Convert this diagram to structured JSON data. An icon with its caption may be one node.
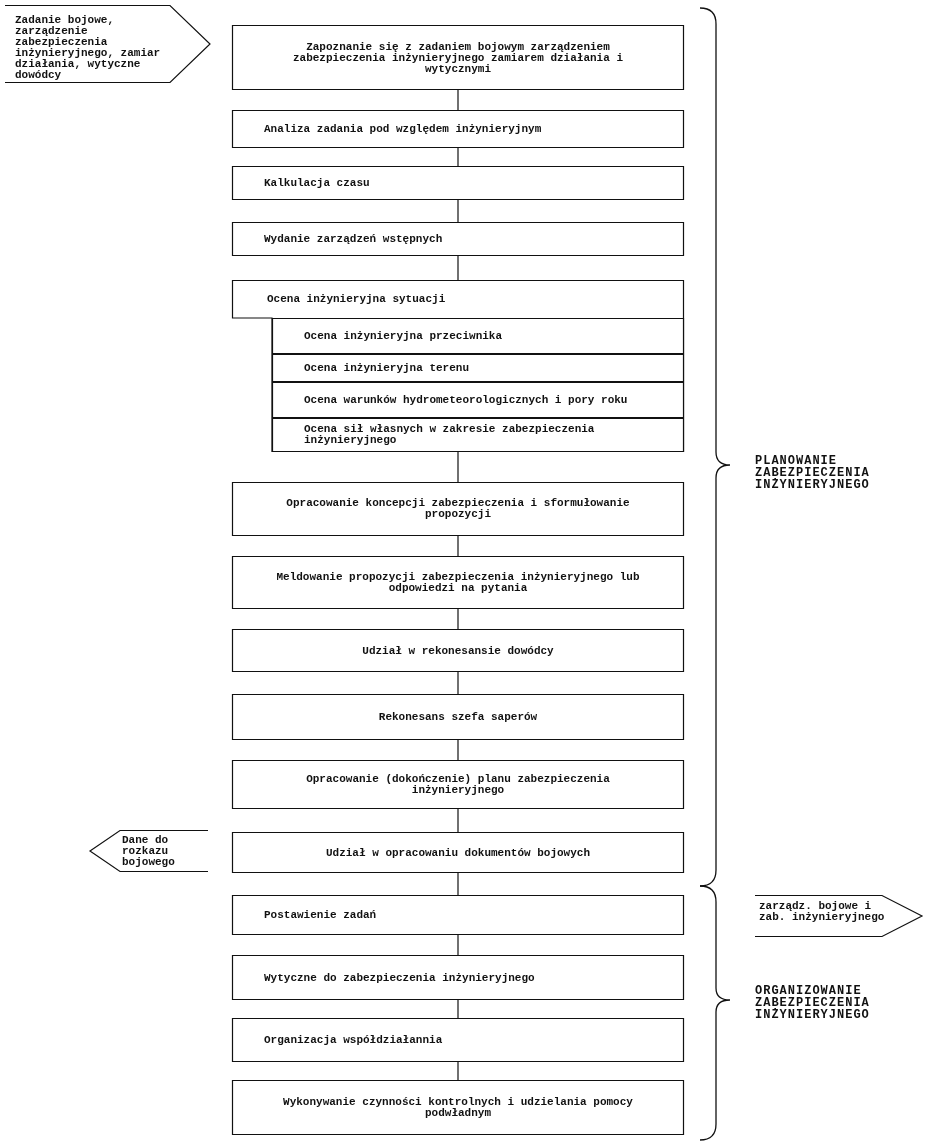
{
  "diagram": {
    "nodes": [
      {
        "text": [
          "Zadanie bojowe, zarządzenie zabezpieczenia inżynieryjnego, zamiar działania, wytyczne dowódcy"
        ]
      },
      {
        "text": [
          "Zapoznanie się z zadaniem bojowym zarządzeniem zabezpieczenia inżynieryjnego zamiarem działania i wytycznymi"
        ]
      },
      {
        "text": [
          "Analiza zadania pod względem inżynieryjnym"
        ]
      },
      {
        "text": [
          "Kalkulacja czasu"
        ]
      },
      {
        "text": [
          "Wydanie zarządzeń wstępnych"
        ]
      },
      {
        "text": [
          "Ocena inżynieryjna sytuacji"
        ]
      },
      {
        "text": [
          "Ocena inżynieryjna przeciwnika"
        ],
        "in": 5
      },
      {
        "text": [
          "Ocena inżynieryjna terenu"
        ],
        "in": 5
      },
      {
        "text": [
          "Ocena warunków hydrometeorologicznych i pory roku"
        ],
        "in": 5
      },
      {
        "text": [
          "Ocena sił własnych w zakresie zabezpieczenia inżynieryjnego"
        ],
        "in": 5
      },
      {
        "text": [
          "Opracowanie koncepcji zabezpieczenia i sformułowanie propozycji"
        ]
      },
      {
        "text": [
          "Meldowanie propozycji zabezpieczenia inżynieryjnego lub odpowiedzi na pytania"
        ]
      },
      {
        "text": [
          "Udział w rekonesansie dowódcy"
        ]
      },
      {
        "text": [
          "Rekonesans szefa saperów"
        ]
      },
      {
        "text": [
          "Opracowanie (dokończenie) planu zabezpieczenia inżynieryjnego"
        ]
      },
      {
        "text": [
          "Dane do rozkazu bojowego"
        ]
      },
      {
        "text": [
          "Udział w opracowaniu dokumentów bojowych"
        ]
      },
      {
        "text": [
          "Postawienie zadań"
        ]
      },
      {
        "text": [
          "zarządz. bojowe i zab. inżynieryjnego"
        ]
      },
      {
        "text": [
          "Wytyczne do zabezpieczenia inżynieryjnego"
        ]
      },
      {
        "text": [
          "Organizacja współdziałannia"
        ]
      },
      {
        "text": [
          "Wykonywanie czynności kontrolnych i udzielania pomocy podwładnym"
        ]
      }
    ],
    "edges": [
      {
        "from": 1,
        "to": 2,
        "arrow": "none"
      },
      {
        "from": 2,
        "to": 3,
        "arrow": "none"
      },
      {
        "from": 3,
        "to": 4,
        "arrow": "none"
      },
      {
        "from": 4,
        "to": 5,
        "arrow": "none"
      },
      {
        "from": 5,
        "to": 10,
        "arrow": "none"
      },
      {
        "from": 10,
        "to": 11,
        "arrow": "none"
      },
      {
        "from": 11,
        "to": 12,
        "arrow": "none"
      },
      {
        "from": 12,
        "to": 13,
        "arrow": "none"
      },
      {
        "from": 13,
        "to": 14,
        "arrow": "none"
      },
      {
        "from": 14,
        "to": 16,
        "arrow": "none"
      },
      {
        "from": 16,
        "to": 17,
        "arrow": "none"
      },
      {
        "from": 17,
        "to": 19,
        "arrow": "none"
      },
      {
        "from": 19,
        "to": 20,
        "arrow": "none"
      },
      {
        "from": 20,
        "to": 21,
        "arrow": "none"
      }
    ],
    "labels": [
      "PLANOWANIE ZABEZPIECZENIA INŻYNIERYJNEGO",
      "ORGANIZOWANIE ZABEZPIECZENIA INŻYNIERYJNEGO"
    ]
  }
}
